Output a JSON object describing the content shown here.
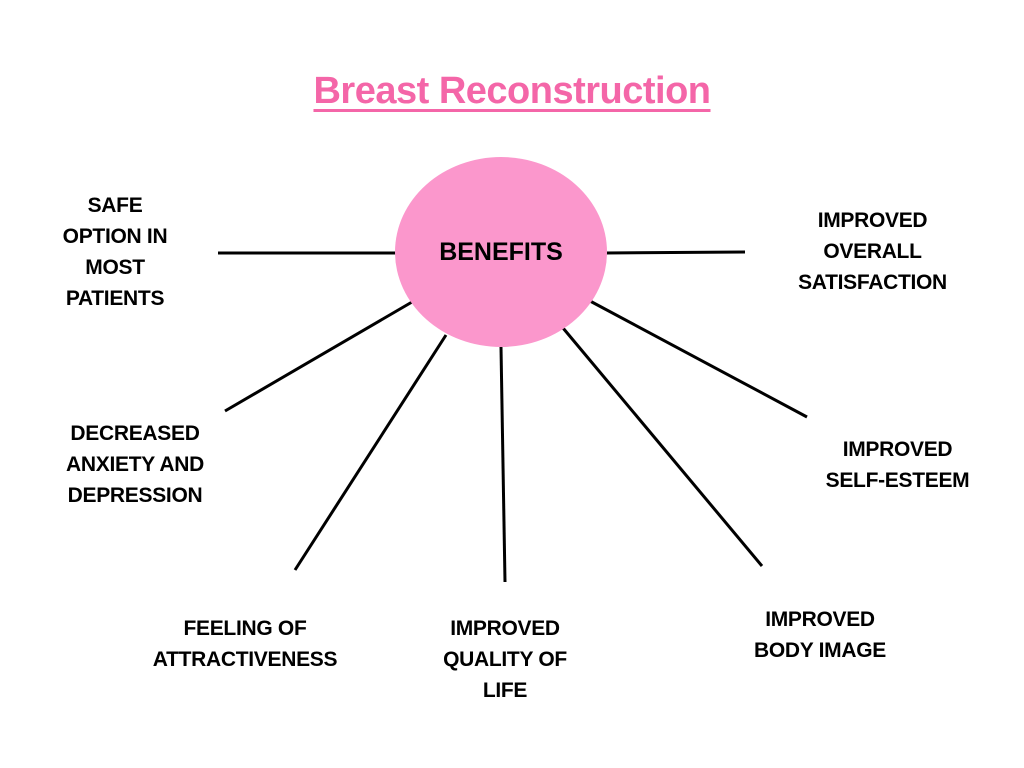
{
  "title": "Breast Reconstruction",
  "hub": {
    "label": "BENEFITS"
  },
  "benefits": {
    "safe": "SAFE\nOPTION IN\nMOST\nPATIENTS",
    "overall": "IMPROVED\nOVERALL\nSATISFACTION",
    "anxiety": "DECREASED\nANXIETY AND\nDEPRESSION",
    "esteem": "IMPROVED\nSELF-ESTEEM",
    "attract": "FEELING OF\nATTRACTIVENESS",
    "quality": "IMPROVED\nQUALITY OF\nLIFE",
    "body": "IMPROVED\nBODY IMAGE"
  },
  "colors": {
    "title": "#f466a8",
    "hub_fill": "#fb97cc",
    "connector": "#000000"
  }
}
